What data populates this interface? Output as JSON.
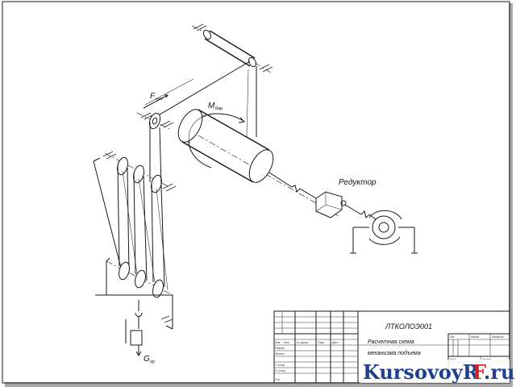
{
  "labels": {
    "f_main": "F",
    "f_sub": "кан",
    "m_main": "M",
    "m_sub": "бар",
    "reducer": "Редуктор",
    "g_main": "G",
    "g_sub": "гр"
  },
  "title_block": {
    "doc_code": "ЛТКОЛОЭ001",
    "title_line1": "Расчетная схема",
    "title_line2": "механизма подъема",
    "col_headers": [
      "Изм.",
      "Лист",
      "№ докум.",
      "Подп.",
      "Дата"
    ],
    "row_labels": [
      "Разраб.",
      "Провер.",
      "Т. контр.",
      "Н. контр.",
      "Утв."
    ],
    "right_headers": [
      "Лит.",
      "Масса",
      "Масштаб"
    ],
    "sheet_label": "Лист",
    "sheets_label": "Листов"
  },
  "watermark": {
    "part1": "KursovoyR",
    "part2": "F",
    "part3": ".ru",
    "color_dark": "#1f3f8f",
    "color_red": "#d42020"
  },
  "colors": {
    "line": "#1a1a1a",
    "frame_shadow": "#9a9a9a"
  }
}
